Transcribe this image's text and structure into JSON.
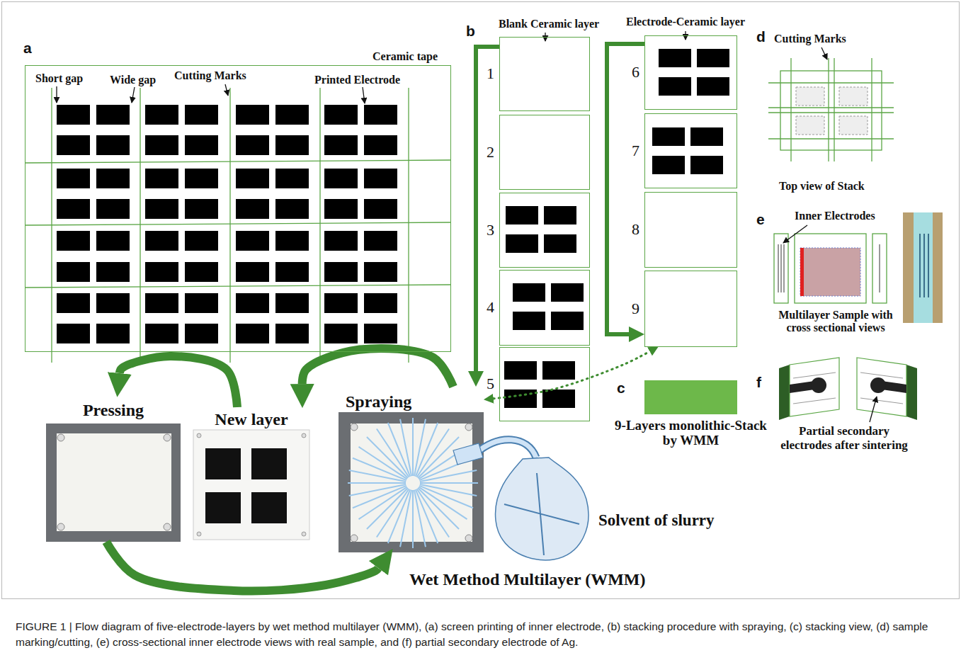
{
  "diagram": {
    "caption": "FIGURE 1 | Flow diagram of five-electrode-layers by wet method multilayer (WMM), (a) screen printing of inner electrode, (b) stacking procedure with spraying, (c) stacking view, (d) sample marking/cutting, (e) cross-sectional inner electrode views with real sample, and (f) partial secondary electrode of Ag.",
    "nodes": [
      {
        "text": [
          "Ceramic tape"
        ]
      },
      {
        "text": [
          "1"
        ]
      },
      {
        "text": [
          "2"
        ]
      },
      {
        "text": [
          "3"
        ]
      },
      {
        "text": [
          "4"
        ]
      },
      {
        "text": [
          "5"
        ]
      },
      {
        "text": [
          "6"
        ]
      },
      {
        "text": [
          "7"
        ]
      },
      {
        "text": [
          "8"
        ]
      },
      {
        "text": [
          "9"
        ]
      },
      {
        "text": [
          "9-Layers monolithic-Stack by WMM"
        ]
      },
      {
        "text": [
          "Pressing"
        ]
      },
      {
        "text": [
          "New layer"
        ]
      },
      {
        "text": [
          "Spraying"
        ]
      }
    ],
    "edges": [
      {
        "from": 1,
        "to": 13,
        "arrow": "to"
      },
      {
        "from": 6,
        "to": 9,
        "arrow": "to"
      },
      {
        "from": 13,
        "to": 9,
        "arrow": "both"
      },
      {
        "from": 12,
        "to": 11,
        "arrow": "to"
      },
      {
        "from": 13,
        "to": 12,
        "arrow": "to"
      },
      {
        "from": 11,
        "to": 13,
        "arrow": "to"
      }
    ],
    "labels": [
      "a",
      "Short gap",
      "Wide gap",
      "Cutting Marks",
      "Printed Electrode",
      "b",
      "Blank Ceramic layer",
      "Electrode-Ceramic layer",
      "c",
      "d",
      "Cutting Marks",
      "Top view of Stack",
      "e",
      "Inner Electrodes",
      "Multilayer Sample with cross sectional views",
      "f",
      "Partial secondary electrodes after sintering",
      "Solvent of slurry",
      "Wet Method Multilayer (WMM)"
    ]
  }
}
